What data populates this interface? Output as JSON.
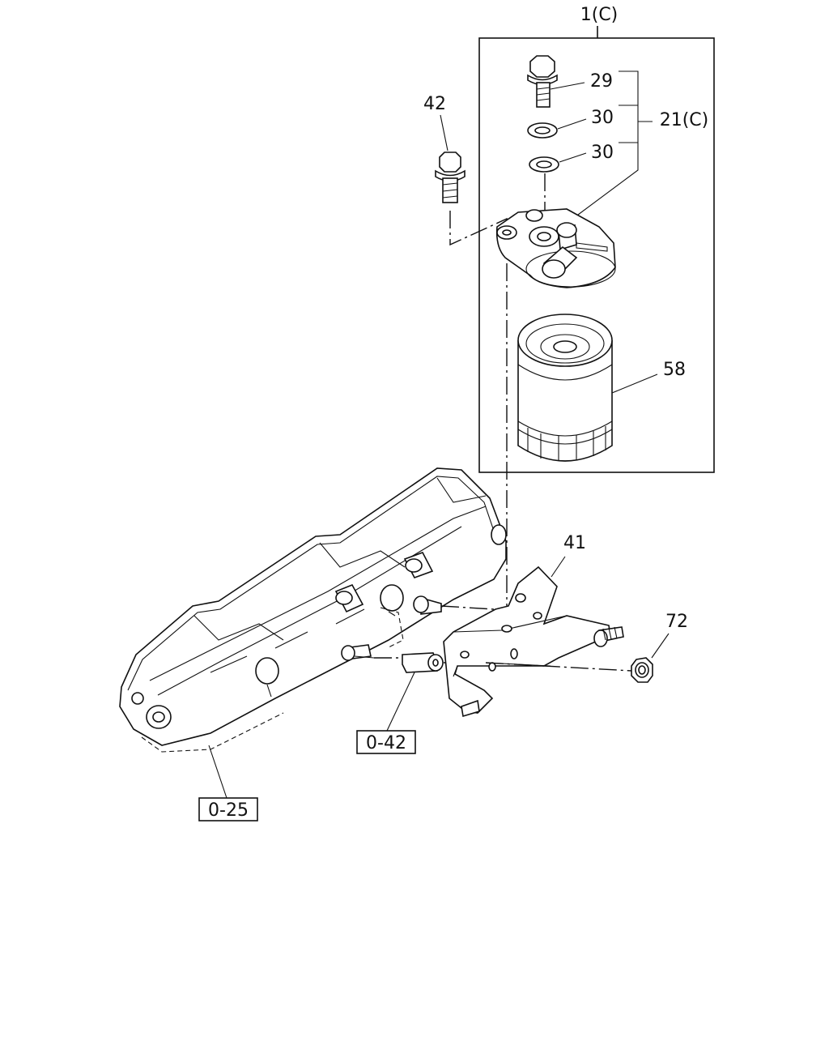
{
  "callouts": {
    "assembly_1": "1(C)",
    "bolt_29": "29",
    "washer_30a": "30",
    "washer_30b": "30",
    "kit_21": "21(C)",
    "bolt_42": "42",
    "filter_58": "58",
    "bracket_41": "41",
    "nut_72": "72"
  },
  "references": {
    "ref_0_42": "0-42",
    "ref_0_25": "0-25"
  }
}
